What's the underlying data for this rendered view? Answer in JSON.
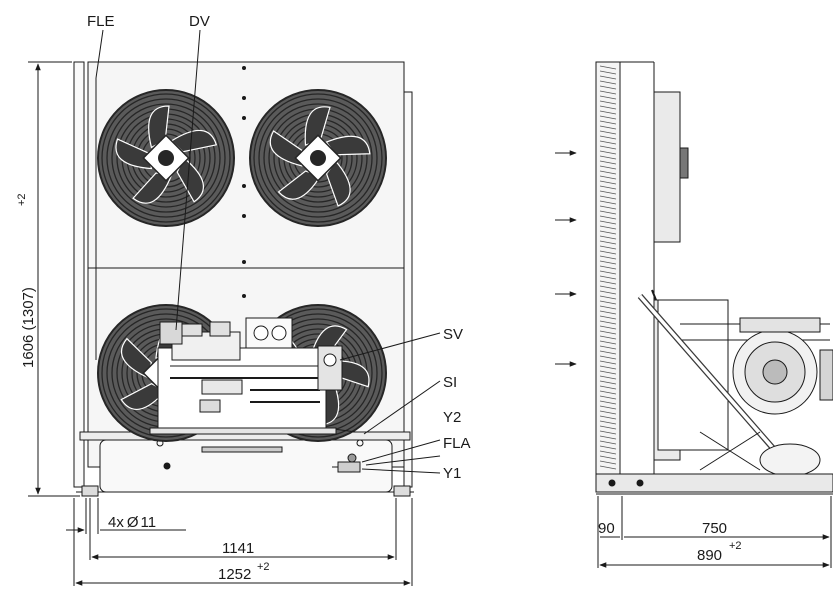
{
  "front_view": {
    "labels": {
      "fle": "FLE",
      "dv": "DV",
      "sv": "SV",
      "si": "SI",
      "y2": "Y2",
      "fla": "FLA",
      "y1": "Y1"
    },
    "dimensions": {
      "height": "1606 (1307)",
      "height_tol": "+2",
      "holes": "4x",
      "holes_symbol": "Ø",
      "holes_size": "11",
      "inner_width": "1141",
      "outer_width": "1252",
      "outer_width_tol": "+2"
    }
  },
  "side_view": {
    "dimensions": {
      "left_offset": "90",
      "base_depth": "750",
      "total_depth": "890",
      "total_depth_tol": "+2"
    },
    "airflow_arrows": 4
  },
  "colors": {
    "line": "#1a1a1a",
    "fan_dark": "#262626",
    "fan_mid": "#5a5a5a",
    "panel": "#f6f6f6"
  }
}
